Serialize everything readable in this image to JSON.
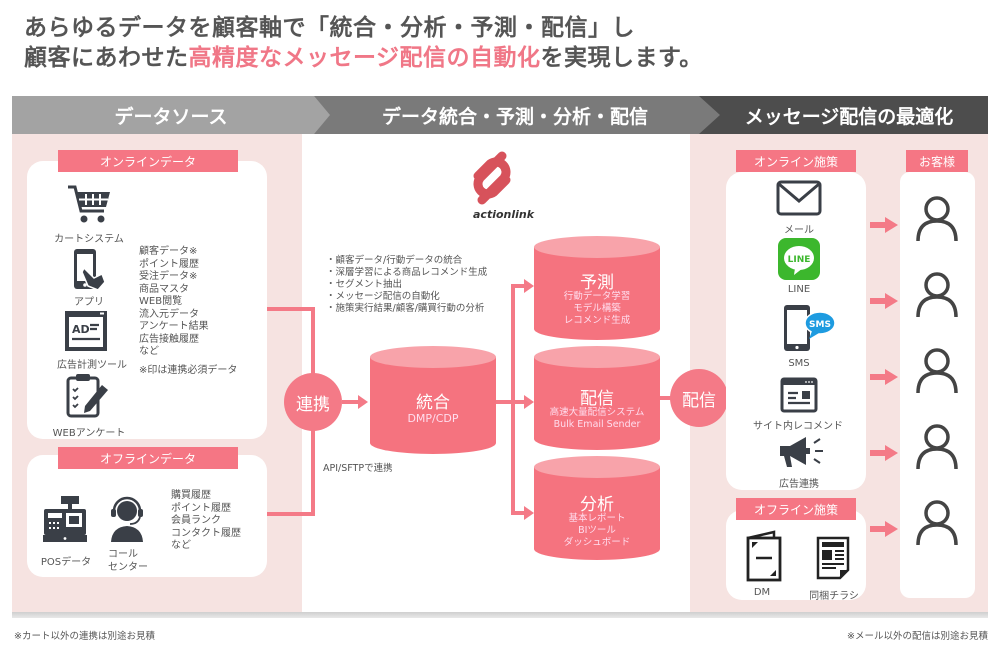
{
  "headline": {
    "line1": "あらゆるデータを顧客軸で「統合・分析・予測・配信」し",
    "line2_pre": "顧客にあわせた",
    "line2_highlight": "高精度なメッセージ配信の自動化",
    "line2_post": "を実現します。"
  },
  "colors": {
    "accent": "#f47a87",
    "accent_light": "#f8a3aa",
    "section_bg": "#f6e3e1",
    "header1": "#a3a3a3",
    "header2": "#7a7a7a",
    "header3": "#4d4d4d",
    "line_green": "#3cb72d",
    "sms_blue": "#1e9be0"
  },
  "headers": [
    "データソース",
    "データ統合・予測・分析・配信",
    "メッセージ配信の最適化"
  ],
  "online_data": {
    "tag": "オンラインデータ",
    "sources": [
      {
        "icon": "cart-icon",
        "label": "カートシステム"
      },
      {
        "icon": "smartphone-tap-icon",
        "label": "アプリ"
      },
      {
        "icon": "ad-window-icon",
        "label": "広告計測ツール"
      },
      {
        "icon": "clipboard-pen-icon",
        "label": "WEBアンケート"
      }
    ],
    "items": [
      "顧客データ※",
      "ポイント履歴",
      "受注データ※",
      "商品マスタ",
      "WEB閲覧",
      "流入元データ",
      "アンケート結果",
      "広告接触履歴",
      "など"
    ],
    "note": "※印は連携必須データ"
  },
  "offline_data": {
    "tag": "オフラインデータ",
    "sources": [
      {
        "icon": "pos-register-icon",
        "label": "POSデータ"
      },
      {
        "icon": "call-center-icon",
        "label_lines": [
          "コール",
          "センター"
        ]
      }
    ],
    "items": [
      "購買履歴",
      "ポイント履歴",
      "会員ランク",
      "コンタクト履歴",
      "など"
    ]
  },
  "integration": {
    "logo_text": "actionlink",
    "features": [
      "・顧客データ/行動データの統合",
      "・深層学習による商品レコメンド生成",
      "・セグメント抽出",
      "・メッセージ配信の自動化",
      "・施策実行結果/顧客/購買行動の分析"
    ],
    "link_circle": "連携",
    "api_note": "API/SFTPで連携",
    "hub": {
      "title": "統合",
      "sub": [
        "DMP/CDP"
      ]
    },
    "modules": [
      {
        "title": "予測",
        "sub": [
          "行動データ学習",
          "モデル構築",
          "レコメンド生成"
        ]
      },
      {
        "title": "配信",
        "sub": [
          "高速大量配信システム",
          "Bulk Email Sender"
        ]
      },
      {
        "title": "分析",
        "sub": [
          "基本レポート",
          "BIツール",
          "ダッシュボード"
        ]
      }
    ],
    "deliver_circle": "配信"
  },
  "online_measures": {
    "tag": "オンライン施策",
    "channels": [
      {
        "icon": "mail-icon",
        "label": "メール"
      },
      {
        "icon": "line-app-icon",
        "label": "LINE",
        "icon_text": "LINE"
      },
      {
        "icon": "sms-phone-icon",
        "label": "SMS",
        "icon_text": "SMS"
      },
      {
        "icon": "site-recommend-icon",
        "label": "サイト内レコメンド"
      },
      {
        "icon": "megaphone-icon",
        "label": "広告連携"
      }
    ]
  },
  "offline_measures": {
    "tag": "オフライン施策",
    "channels": [
      {
        "icon": "dm-leaflet-icon",
        "label": "DM"
      },
      {
        "icon": "flyer-icon",
        "label": "同梱チラシ"
      }
    ]
  },
  "customers": {
    "tag": "お客様",
    "count": 5
  },
  "footnotes": {
    "left": "※カート以外の連携は別途お見積",
    "right": "※メール以外の配信は別途お見積"
  }
}
